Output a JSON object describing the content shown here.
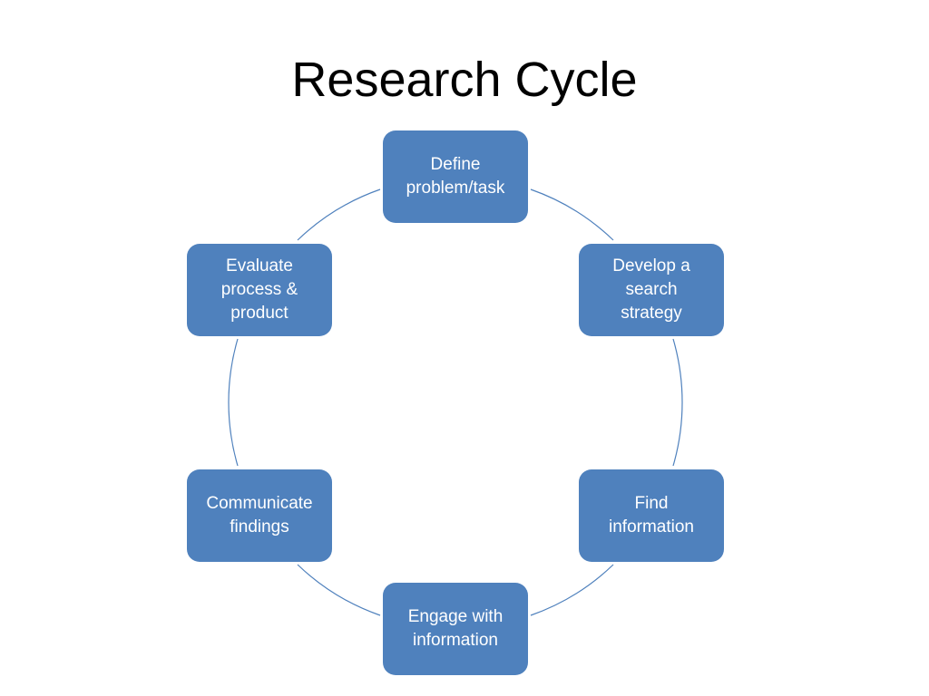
{
  "title": "Research Cycle",
  "colors": {
    "node_fill": "#4f81bd",
    "node_text": "#ffffff",
    "connector": "#4f81bd",
    "background": "#ffffff"
  },
  "cycle": {
    "steps": [
      {
        "label": "Define\nproblem/task"
      },
      {
        "label": "Develop a\nsearch\nstrategy"
      },
      {
        "label": "Find\ninformation"
      },
      {
        "label": "Engage with\ninformation"
      },
      {
        "label": "Communicate\nfindings"
      },
      {
        "label": "Evaluate\nprocess &\nproduct"
      }
    ]
  }
}
